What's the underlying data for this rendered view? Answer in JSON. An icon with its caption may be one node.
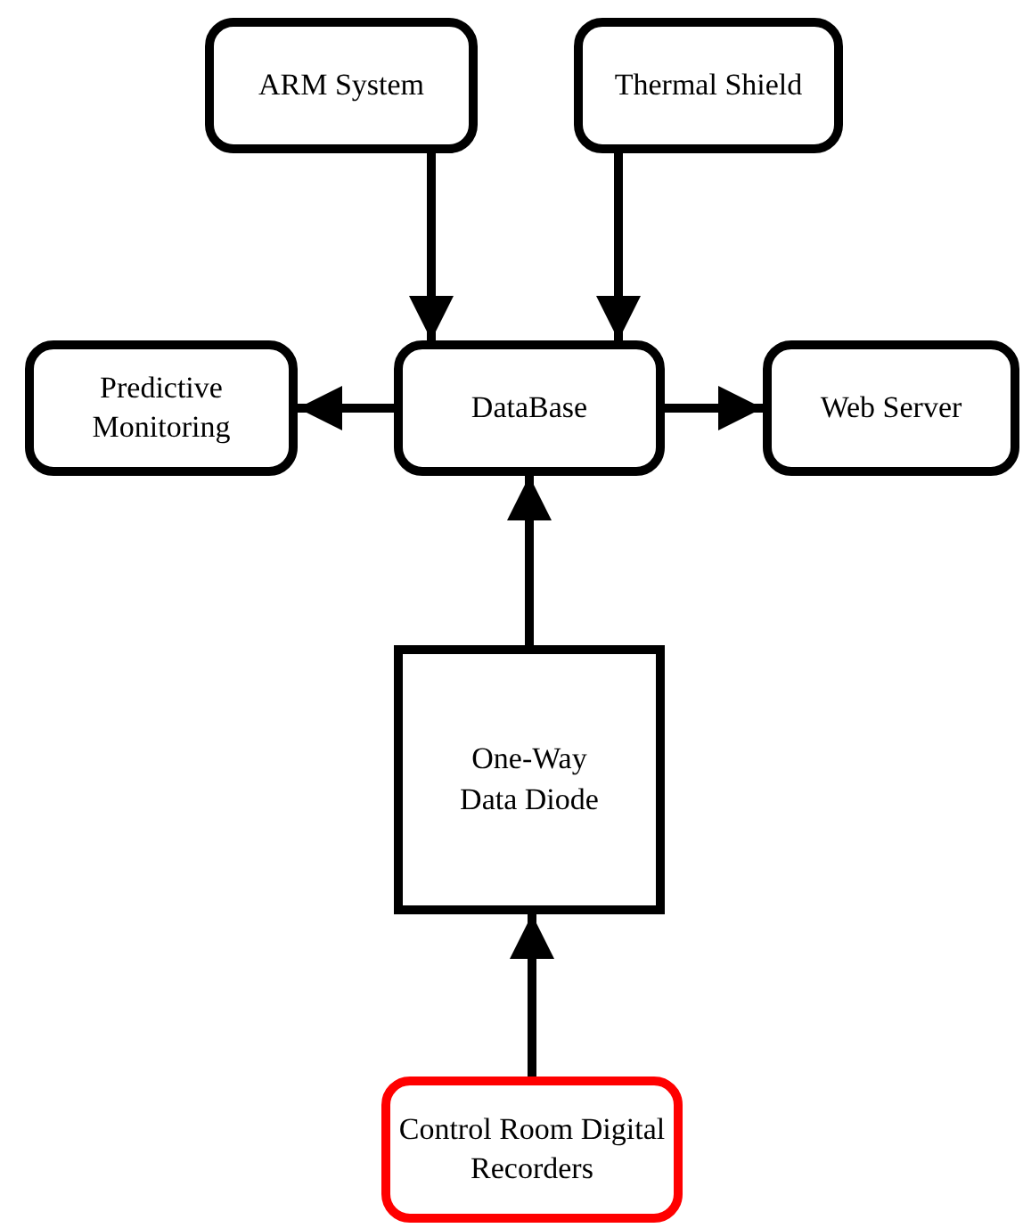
{
  "diagram": {
    "nodes": [
      {
        "text": [
          "ARM System"
        ]
      },
      {
        "text": [
          "Thermal Shield"
        ]
      },
      {
        "text": [
          "Predictive Monitoring"
        ]
      },
      {
        "text": [
          "DataBase"
        ]
      },
      {
        "text": [
          "Web Server"
        ]
      },
      {
        "text": [
          "One-Way Data Diode"
        ]
      },
      {
        "text": [
          "Control Room Digital Recorders"
        ]
      }
    ],
    "edges": [
      {
        "from": 0,
        "to": 3,
        "arrow": "to"
      },
      {
        "from": 1,
        "to": 3,
        "arrow": "to"
      },
      {
        "from": 3,
        "to": 2,
        "arrow": "to"
      },
      {
        "from": 3,
        "to": 4,
        "arrow": "to"
      },
      {
        "from": 5,
        "to": 3,
        "arrow": "to"
      },
      {
        "from": 6,
        "to": 5,
        "arrow": "to",
        "color": "#000000"
      }
    ]
  }
}
